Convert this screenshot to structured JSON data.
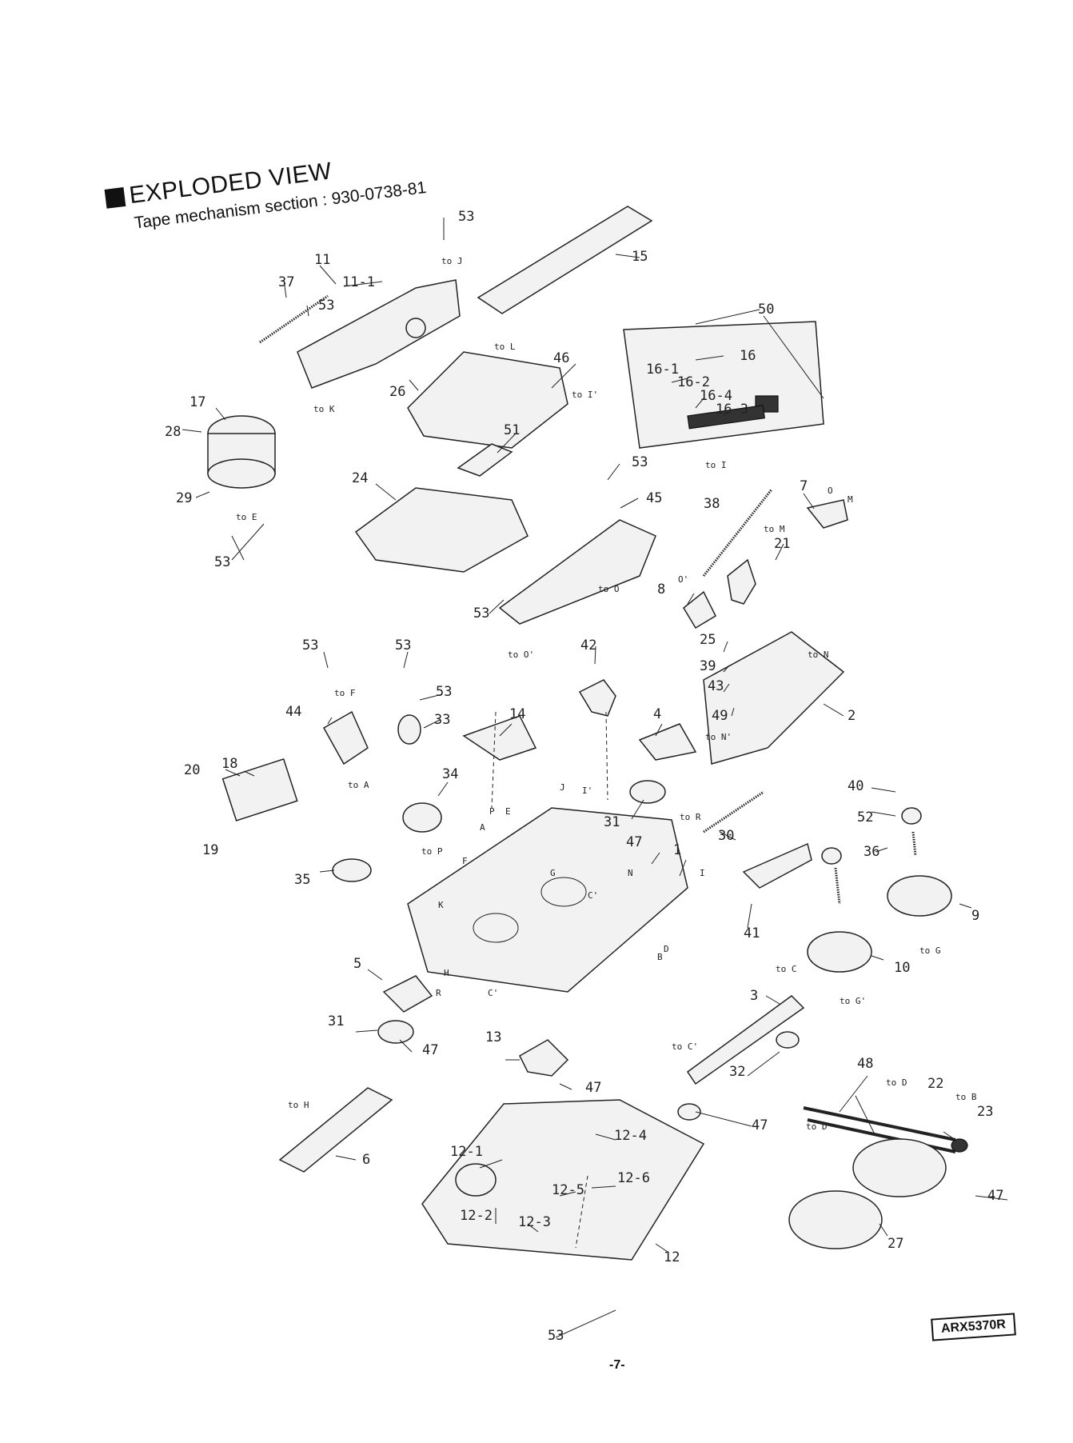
{
  "header": {
    "title": "EXPLODED VIEW",
    "subtitle": "Tape mechanism section : 930-0738-81"
  },
  "footer": {
    "model_code": "ARX5370R",
    "page_number": "-7-"
  },
  "labels": {
    "p53a": "53",
    "p15": "15",
    "p11": "11",
    "p11_1": "11-1",
    "p37": "37",
    "p53b": "53",
    "p50": "50",
    "p16": "16",
    "p16_1": "16-1",
    "p16_2": "16-2",
    "p16_4": "16-4",
    "p16_3": "16-3",
    "p46": "46",
    "p26": "26",
    "p17": "17",
    "p28": "28",
    "p29": "29",
    "p53c": "53",
    "p51": "51",
    "p24": "24",
    "p53d": "53",
    "p45": "45",
    "p38": "38",
    "p7": "7",
    "p21": "21",
    "p53e": "53",
    "p8": "8",
    "p42": "42",
    "p25": "25",
    "p39": "39",
    "p43": "43",
    "p49": "49",
    "p2": "2",
    "p53f": "53",
    "p53g": "53",
    "p53h": "53",
    "p44": "44",
    "p33": "33",
    "p14": "14",
    "p4": "4",
    "p20": "20",
    "p18": "18",
    "p19": "19",
    "p34": "34",
    "p31a": "31",
    "p30": "30",
    "p47a": "47",
    "p1": "1",
    "p40": "40",
    "p52": "52",
    "p36": "36",
    "p9": "9",
    "p35": "35",
    "p41": "41",
    "p10": "10",
    "p5": "5",
    "p31b": "31",
    "p47b": "47",
    "p13": "13",
    "p47c": "47",
    "p3": "3",
    "p32": "32",
    "p47d": "47",
    "p48": "48",
    "p22": "22",
    "p23": "23",
    "p6": "6",
    "p12_4": "12-4",
    "p12_1": "12-1",
    "p12_6": "12-6",
    "p12_5": "12-5",
    "p12_2": "12-2",
    "p12_3": "12-3",
    "p12": "12",
    "p27": "27",
    "p47e": "47",
    "p53i": "53"
  },
  "connectors": {
    "toJ": "to J",
    "toL": "to L",
    "toI1": "to I'",
    "toK": "to K",
    "toE": "to E",
    "toI": "to I",
    "toM": "to M",
    "toO": "to O",
    "toO1a": "O'",
    "toO1": "to O'",
    "toN": "to N",
    "toN1": "to N'",
    "toF": "to F",
    "toA": "to A",
    "toP": "to P",
    "toR": "to R",
    "toC": "to C",
    "toG": "to G",
    "toG1": "to G'",
    "toC1": "to C'",
    "toD": "to D",
    "toB": "to B",
    "toD1": "to D'",
    "toH": "to H",
    "mO": "O",
    "mM": "M",
    "mP": "P",
    "mE": "E",
    "mJ": "J",
    "mI1": "I'",
    "mF": "F",
    "mA": "A",
    "mN": "N",
    "mK": "K",
    "mI": "I",
    "mC1": "C'",
    "mD": "D",
    "mH": "H",
    "mC2": "C'",
    "mG": "G",
    "mR": "R",
    "mB": "B"
  }
}
